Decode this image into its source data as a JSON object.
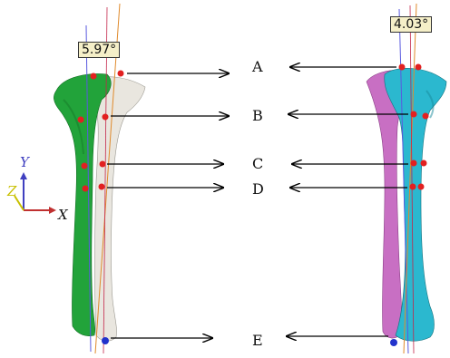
{
  "left_angle": "5.97°",
  "right_angle": "4.03°",
  "labels": [
    "A",
    "B",
    "C",
    "D",
    "E"
  ],
  "axes": {
    "x": "X",
    "y": "Y",
    "z": "Z"
  },
  "colors": {
    "left_bone_front": "#22a33a",
    "left_bone_back": "#e9e6df",
    "right_bone_front": "#2bb8cf",
    "right_bone_back": "#c86fc3",
    "landmark": "#e22020",
    "landmark_bottom": "#2233cc",
    "axis_line_orange": "#e08a2c",
    "axis_line_blue": "#5a5adf",
    "axis_line_red": "#c4264a",
    "coord_y": "#4040c0",
    "coord_x": "#c03030",
    "coord_z": "#c8c000"
  }
}
